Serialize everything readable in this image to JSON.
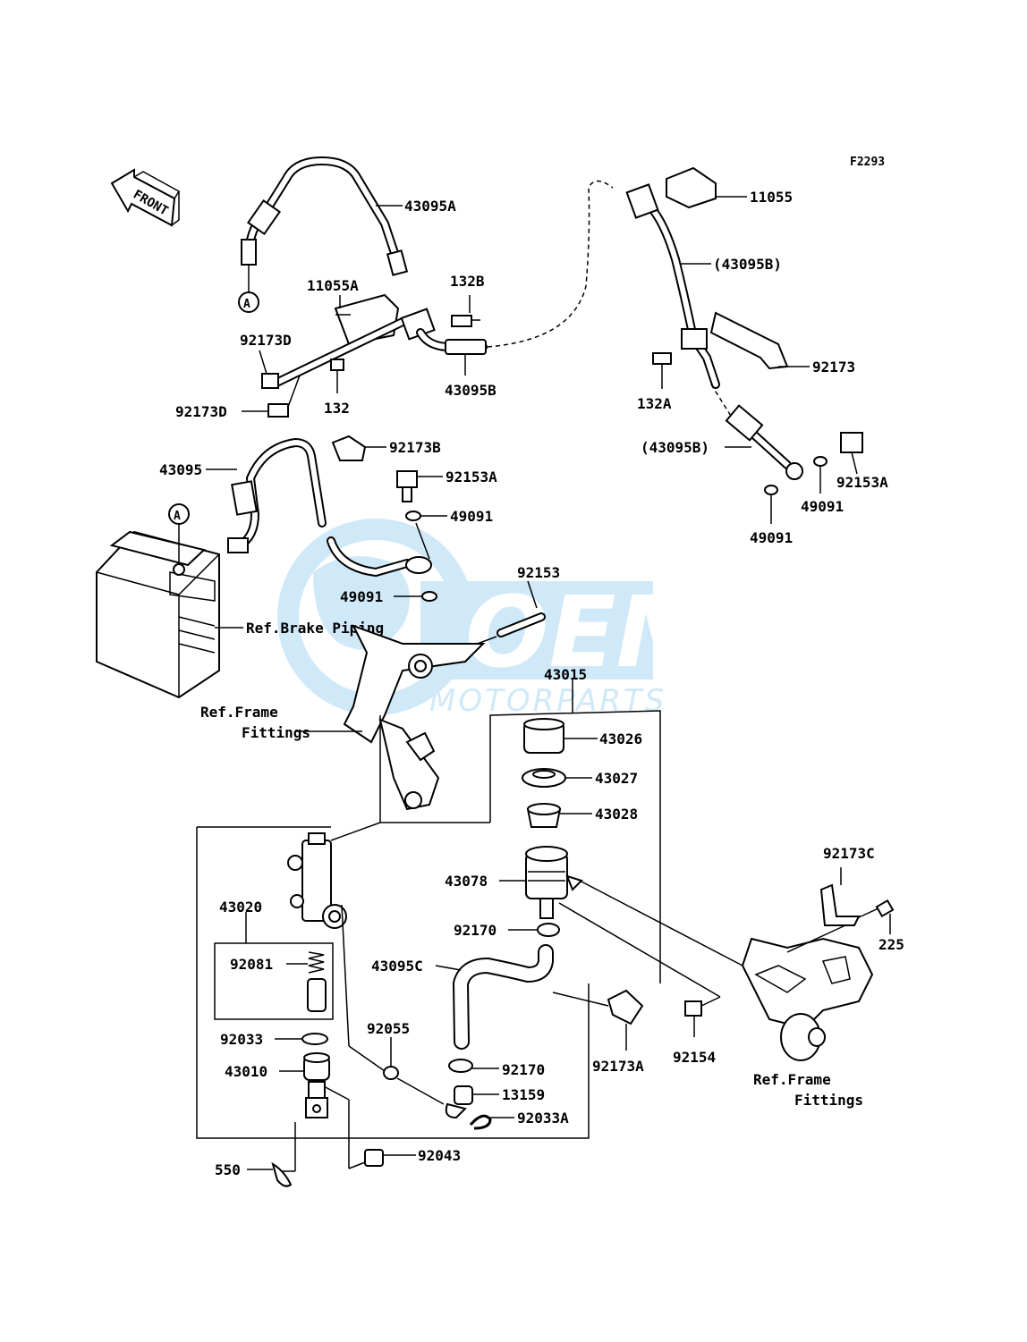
{
  "figure_code": "F2293",
  "front_label": "FRONT",
  "watermark": {
    "brand": "OEM",
    "sub": "MOTORPARTS",
    "color": "#7cc3ec"
  },
  "callouts": {
    "c43095A": "43095A",
    "c11055": "11055",
    "c43095B_paren_top": "(43095B)",
    "c11055A": "11055A",
    "c132B": "132B",
    "c92173D_a": "92173D",
    "c92173D_b": "92173D",
    "c132": "132",
    "c43095B": "43095B",
    "c92173": "92173",
    "c132A": "132A",
    "c43095B_paren_bot": "(43095B)",
    "c92153A_right": "92153A",
    "c49091_right_a": "49091",
    "c49091_right_b": "49091",
    "c43095": "43095",
    "c92173B": "92173B",
    "c92153A": "92153A",
    "c49091_a": "49091",
    "c49091_b": "49091",
    "c92153": "92153",
    "c43015": "43015",
    "c43026": "43026",
    "c43027": "43027",
    "c43028": "43028",
    "c43078": "43078",
    "c92170_a": "92170",
    "c43095C": "43095C",
    "c92173A": "92173A",
    "c92154": "92154",
    "c92173C": "92173C",
    "c225": "225",
    "c43020": "43020",
    "c92081": "92081",
    "c92033": "92033",
    "c92055": "92055",
    "c43010": "43010",
    "c92170_b": "92170",
    "c13159": "13159",
    "c92033A": "92033A",
    "c92043": "92043",
    "c550": "550"
  },
  "references": {
    "brake_piping": "Ref.Brake Piping",
    "frame_left_1": "Ref.Frame",
    "frame_left_2": "Fittings",
    "frame_right_1": "Ref.Frame",
    "frame_right_2": "Fittings",
    "point_a_top": "A",
    "point_a_abs": "A"
  }
}
